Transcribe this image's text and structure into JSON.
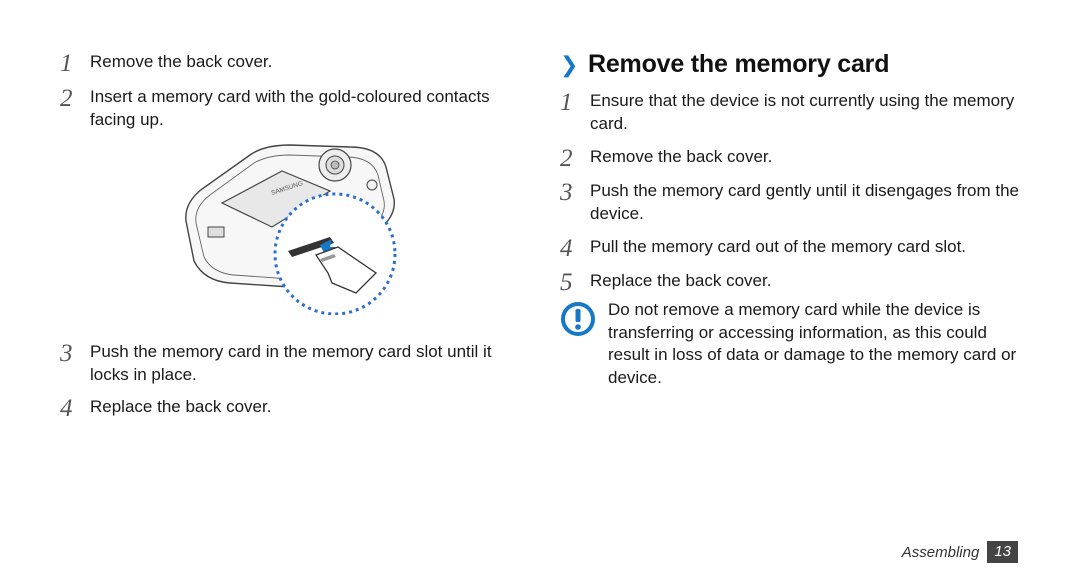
{
  "left": {
    "steps": [
      {
        "num": "1",
        "text": "Remove the back cover."
      },
      {
        "num": "2",
        "text": "Insert a memory card with the gold-coloured contacts facing up."
      },
      {
        "num": "3",
        "text": "Push the memory card in the memory card slot until it locks in place."
      },
      {
        "num": "4",
        "text": "Replace the back cover."
      }
    ],
    "illustration": {
      "brand_text": "SAMSUNG"
    }
  },
  "right": {
    "chevron": "❯",
    "title": "Remove the memory card",
    "steps": [
      {
        "num": "1",
        "text": "Ensure that the device is not currently using the memory card."
      },
      {
        "num": "2",
        "text": "Remove the back cover."
      },
      {
        "num": "3",
        "text": "Push the memory card gently until it disengages from the device."
      },
      {
        "num": "4",
        "text": "Pull the memory card out of the memory card slot."
      },
      {
        "num": "5",
        "text": "Replace the back cover."
      }
    ],
    "note": {
      "icon": "caution-icon",
      "text": "Do not remove a memory card while the device is transferring or accessing information, as this could result in loss of data or damage to the memory card or device."
    }
  },
  "footer": {
    "section": "Assembling",
    "page": "13"
  },
  "colors": {
    "accent": "#1878c8",
    "dotted_circle": "#2a6fd0",
    "page_badge": "#444444"
  }
}
